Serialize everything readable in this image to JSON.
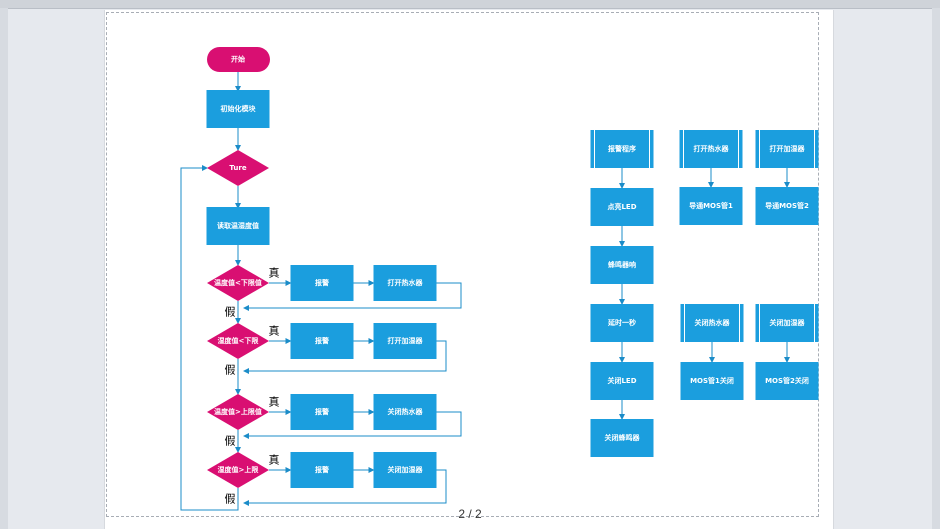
{
  "page_indicator": "2 / 2",
  "colors": {
    "process": "#1b9ede",
    "decision": "#d90f72",
    "terminal": "#d90f72",
    "arrow": "#1b8cc8",
    "loop": "#1b8cc8"
  },
  "main_flow": {
    "start": "开始",
    "init": "初始化模块",
    "loop": "Ture",
    "read": "读取温湿度值",
    "branches": [
      {
        "condition": "温度值<下限值",
        "true_label": "真",
        "false_label": "假",
        "action1": "报警",
        "action2": "打开热水器"
      },
      {
        "condition": "湿度值<下限",
        "true_label": "真",
        "false_label": "假",
        "action1": "报警",
        "action2": "打开加湿器"
      },
      {
        "condition": "温度值>上限值",
        "true_label": "真",
        "false_label": "假",
        "action1": "报警",
        "action2": "关闭热水器"
      },
      {
        "condition": "湿度值>上限",
        "true_label": "真",
        "false_label": "假",
        "action1": "报警",
        "action2": "关闭加湿器"
      }
    ]
  },
  "alarm_flow": {
    "header": "报警程序",
    "steps": [
      "点亮LED",
      "蜂鸣器响",
      "延时一秒",
      "关闭LED",
      "关闭蜂鸣器"
    ]
  },
  "subroutines": [
    {
      "header": "打开热水器",
      "body": "导通MOS管1"
    },
    {
      "header": "打开加湿器",
      "body": "导通MOS管2"
    },
    {
      "header": "关闭热水器",
      "body": "MOS管1关闭"
    },
    {
      "header": "关闭加湿器",
      "body": "MOS管2关闭"
    }
  ]
}
